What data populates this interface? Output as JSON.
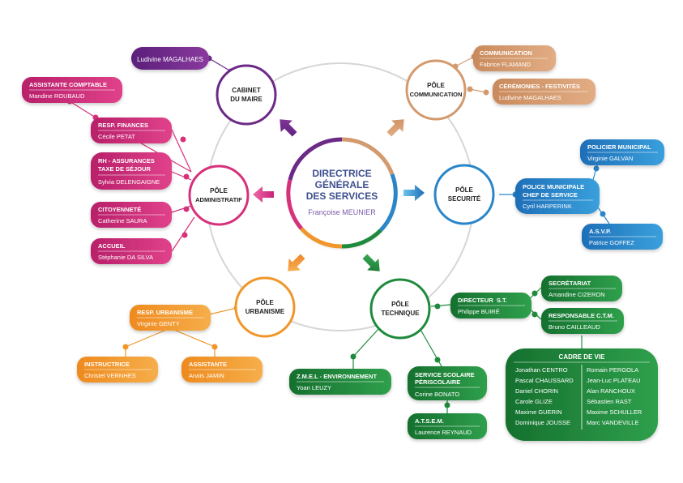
{
  "colors": {
    "cabinet": "#6b2a86",
    "communication": "#d39a6e",
    "admin": "#d6317a",
    "securite": "#2a86c8",
    "urbanisme": "#f0962a",
    "technique": "#1f8a3e",
    "center_text": "#3d4f8e"
  },
  "center": {
    "line1": "DIRECTRICE",
    "line2": "GÉNÉRALE",
    "line3": "DES SERVICES",
    "name": "Françoise MEUNIER"
  },
  "poles": {
    "cabinet": {
      "line1": "CABINET",
      "line2": "DU MAIRE"
    },
    "communication": {
      "line1": "PÔLE",
      "line2": "COMMUNICATION"
    },
    "admin": {
      "line1": "PÔLE",
      "line2": "ADMINISTRATIF"
    },
    "securite": {
      "line1": "PÔLE",
      "line2": "SECURITÉ"
    },
    "urbanisme": {
      "line1": "PÔLE",
      "line2": "URBANISME"
    },
    "technique": {
      "line1": "PÔLE",
      "line2": "TECHNIQUE"
    }
  },
  "cabinet": {
    "name": "Ludivine MAGALHAES"
  },
  "communication": [
    {
      "title": "COMMUNICATION",
      "name": "Fabrice FLAMAND"
    },
    {
      "title": "CÉRÉMONIES - FESTIVITÉS",
      "name": "Ludivine MAGALHAES"
    }
  ],
  "admin": {
    "comptable": {
      "title": "ASSISTANTE COMPTABLE",
      "name": "Mandine ROUBAUD"
    },
    "finances": {
      "title": "RESP. FINANCES",
      "name": "Cécile PETAT"
    },
    "rh": {
      "title1": "RH - ASSURANCES",
      "title2": "TAXE DE SÉJOUR",
      "name": "Sylvia DELENGAIGNE"
    },
    "citoyennete": {
      "title": "CITOYENNETÉ",
      "name": "Catherine SAURA"
    },
    "accueil": {
      "title": "ACCUEIL",
      "name": "Stéphanie DA SILVA"
    }
  },
  "securite": {
    "policier": {
      "title": "POLICIER MUNICIPAL",
      "name": "Virginie GALVAN"
    },
    "chef": {
      "title1": "POLICE MUNICIPALE",
      "title2": "CHEF DE SERVICE",
      "name": "Cyril HARPERINK"
    },
    "asvp": {
      "title": "A.S.V.P.",
      "name": "Patrice GOFFEZ"
    }
  },
  "urbanisme": {
    "resp": {
      "title": "RESP. URBANISME",
      "name": "Virginie GENTY"
    },
    "instructrice": {
      "title": "INSTRUCTRICE",
      "name": "Christel VERNHES"
    },
    "assistante": {
      "title": "ASSISTANTE",
      "name": "Anaïs JAMIN"
    }
  },
  "technique": {
    "directeur": {
      "title": "DIRECTEUR  S.T.",
      "name": "Philippe BUIRÉ"
    },
    "secretariat": {
      "title": "SECRÉTARIAT",
      "name": "Amandine CIZERON"
    },
    "ctm": {
      "title": "RESPONSABLE C.T.M.",
      "name": "Bruno CAILLEAUD"
    },
    "zmel": {
      "title": "Z.M.E.L - ENVIRONNEMENT",
      "name": "Yoan LEUZY"
    },
    "scolaire": {
      "title1": "SERVICE SCOLAIRE",
      "title2": "PÉRISCOLAIRE",
      "name": "Corine BONATO"
    },
    "atsem": {
      "title": "A.T.S.E.M.",
      "name": "Laurence REYNAUD"
    },
    "cadre": {
      "title": "CADRE DE VIE",
      "left": [
        "Jonathan CENTRO",
        "Pascal CHAUSSARD",
        "Daniel CHORIN",
        "Carole GLIZE",
        "Maxime GUERIN",
        "Dominique JOUSSE"
      ],
      "right": [
        "Romain PERGOLA",
        "Jean-Luc PLATEAU",
        "Alan RANCHOUX",
        "Sébastien RAST",
        "Maxime SCHULLER",
        "Marc VANDEVILLE"
      ]
    }
  }
}
